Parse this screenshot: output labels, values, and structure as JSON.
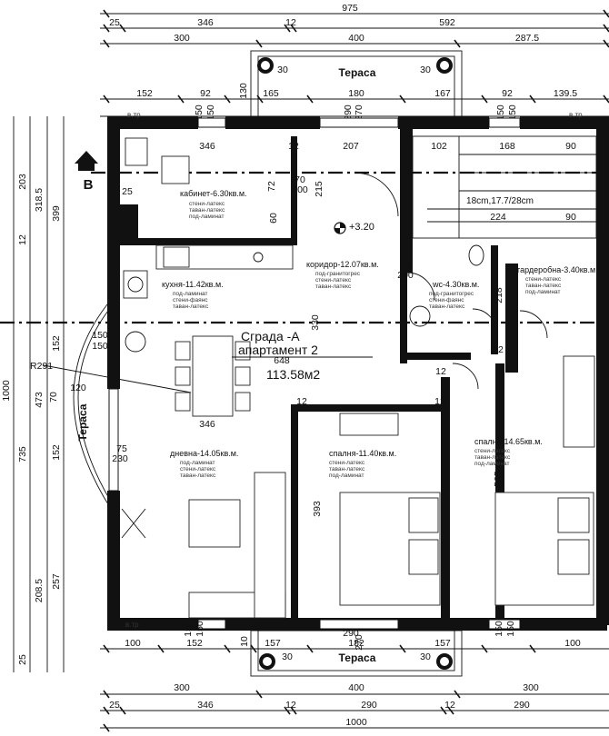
{
  "apartment": {
    "building": "Сграда -А",
    "name": "апартамент 2",
    "area": "113.58м2",
    "level_mark": "+3.20",
    "north_label": "В"
  },
  "terraces": {
    "top": "Тераса",
    "bottom": "Тераса",
    "left": "Тераса"
  },
  "rooms": [
    {
      "name": "кабинет-6.30кв.м.",
      "finishes": [
        "стени-латекс",
        "таван-латекс",
        "под-ламинат"
      ]
    },
    {
      "name": "коридор-12.07кв.м.",
      "finishes": [
        "под-гранитогрес",
        "стени-латекс",
        "таван-латекс"
      ]
    },
    {
      "name": "кухня-11.42кв.м.",
      "finishes": [
        "под-ламинат",
        "стени-фаянс",
        "таван-латекс"
      ]
    },
    {
      "name": "wc-4.30кв.м.",
      "finishes": [
        "под-гранитогрес",
        "стени-фаянс",
        "таван-латекс"
      ]
    },
    {
      "name": "гардеробна-3.40кв.м.",
      "finishes": [
        "стени-латекс",
        "таван-латекс",
        "под-ламинат"
      ]
    },
    {
      "name": "дневна-14.05кв.м.",
      "finishes": [
        "под-ламинат",
        "стени-латекс",
        "таван-латекс"
      ]
    },
    {
      "name": "спалня-11.40кв.м.",
      "finishes": [
        "стени-латекс",
        "таван-латекс",
        "под-ламинат"
      ]
    },
    {
      "name": "спалня-14.65кв.м.",
      "finishes": [
        "стени-латекс",
        "таван-латекс",
        "под-ламинат"
      ]
    }
  ],
  "stairs_label": "18cm,17.7/28cm",
  "vent_labels": [
    "в.тр",
    "в.тр",
    "в.тр"
  ],
  "radius_label": "R291",
  "dims": {
    "top_overall": "975",
    "top_row1": [
      "25",
      "346",
      "12",
      "592"
    ],
    "top_row2": [
      "300",
      "400",
      "287.5"
    ],
    "top_row3": [
      "152",
      "92",
      "130",
      "165",
      "180",
      "167",
      "92",
      "139.5"
    ],
    "top_openings": [
      "150",
      "150",
      "290",
      "270",
      "150",
      "150"
    ],
    "bottom_overall": "1000",
    "bottom_row1": [
      "25",
      "346",
      "12",
      "290",
      "12",
      "290"
    ],
    "bottom_row2": [
      "300",
      "400",
      "300"
    ],
    "bottom_row3": [
      "100",
      "152",
      "10",
      "157",
      "182",
      "157",
      "100"
    ],
    "bottom_openings": [
      "150",
      "150",
      "290",
      "270",
      "150",
      "150"
    ],
    "left_overall": "1000",
    "left_col1": [
      "203",
      "12",
      "735",
      "25"
    ],
    "left_col2": [
      "318.5",
      "473",
      "208.5"
    ],
    "left_col3": [
      "399",
      "152",
      "152",
      "257"
    ],
    "inner": [
      "346",
      "12",
      "207",
      "25",
      "102",
      "168",
      "90",
      "224",
      "90",
      "72",
      "70",
      "200",
      "60",
      "215",
      "70",
      "200",
      "218",
      "648",
      "120",
      "150",
      "150",
      "70",
      "346",
      "75",
      "230",
      "330",
      "393",
      "505",
      "12",
      "12",
      "12",
      "12",
      "25"
    ]
  }
}
